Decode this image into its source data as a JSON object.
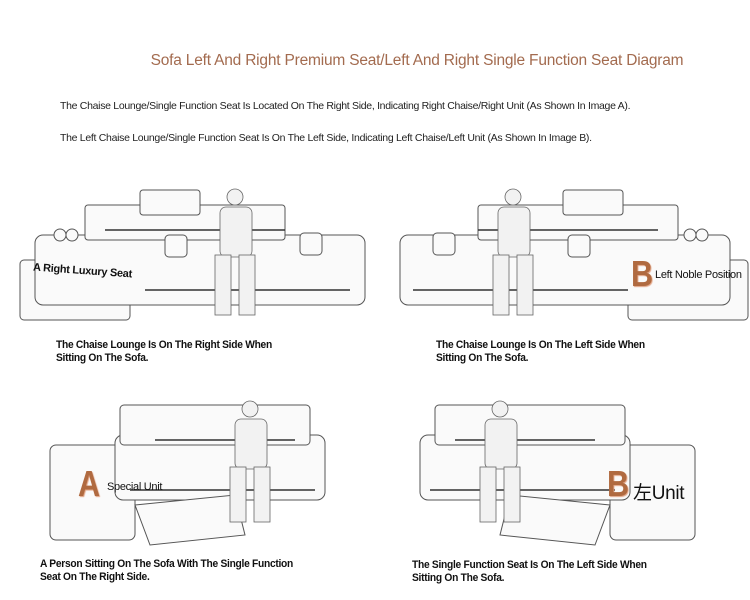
{
  "title": "Sofa Left And Right Premium Seat/Left And Right Single Function Seat Diagram",
  "intro": [
    "The Chaise Lounge/Single Function Seat Is Located On The Right Side, Indicating Right Chaise/Right Unit (As Shown In Image A).",
    "The Left Chaise Lounge/Single Function Seat Is On The Left Side, Indicating Left Chaise/Left Unit (As Shown In Image B)."
  ],
  "panels": [
    {
      "letter": "A",
      "label": "A Right Luxury Seat",
      "caption": "The Chaise Lounge Is On The Right Side When\nSitting On The Sofa."
    },
    {
      "letter": "B",
      "label": "Left Noble Position",
      "caption": "The Chaise Lounge Is On The Left Side When\nSitting On The Sofa."
    },
    {
      "letter": "A",
      "label": "Special Unit",
      "caption": "A Person Sitting On The Sofa With The Single Function\nSeat On The Right Side."
    },
    {
      "letter": "B",
      "label": "左Unit",
      "caption": "The Single Function Seat Is On The Left Side When\nSitting On The Sofa."
    }
  ],
  "colors": {
    "accent": "#a36b4f",
    "letter": "#b06a40"
  }
}
